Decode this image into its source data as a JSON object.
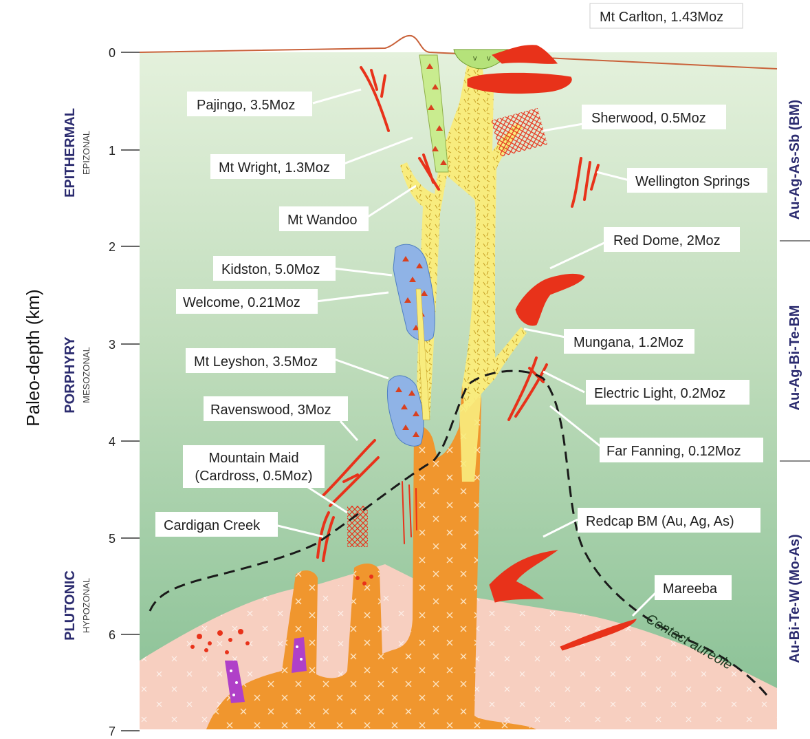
{
  "axis": {
    "label": "Paleo-depth (km)",
    "ticks": [
      "0",
      "1",
      "2",
      "3",
      "4",
      "5",
      "6",
      "7"
    ]
  },
  "zones": [
    {
      "name": "EPITHERMAL",
      "sub": "EPIZONAL"
    },
    {
      "name": "PORPHYRY",
      "sub": "MESOZONAL"
    },
    {
      "name": "PLUTONIC",
      "sub": "HYPOZONAL"
    }
  ],
  "metals": [
    "Au-Ag-As-Sb (BM)",
    "Au-Ag-Bi-Te-BM",
    "Au-Bi-Te-W (Mo-As)"
  ],
  "deposits": [
    "Mt Carlton, 1.43Moz",
    "Pajingo, 3.5Moz",
    "Sherwood, 0.5Moz",
    "Mt Wright, 1.3Moz",
    "Wellington Springs",
    "Mt Wandoo",
    "Red Dome, 2Moz",
    "Kidston, 5.0Moz",
    "Welcome, 0.21Moz",
    "Mungana, 1.2Moz",
    "Mt Leyshon, 3.5Moz",
    "Electric Light, 0.2Moz",
    "Ravenswood, 3Moz",
    "Far Fanning, 0.12Moz",
    "Mountain Maid",
    "(Cardross, 0.5Moz)",
    "Redcap BM (Au, Ag, As)",
    "Cardigan Creek",
    "Mareeba"
  ],
  "contact_label": "Contact aureole",
  "colors": {
    "background_top": "#e4f1dc",
    "background_bottom": "#8fc59a",
    "pluton": "#f0962e",
    "aureole": "#f7cfc0",
    "porphyry_dike": "#f8ec7e",
    "breccia": "#8fb3e6",
    "vein": "#e8321a",
    "epithermal_cap": "#b5e27a",
    "purple_dike": "#b040c8"
  }
}
